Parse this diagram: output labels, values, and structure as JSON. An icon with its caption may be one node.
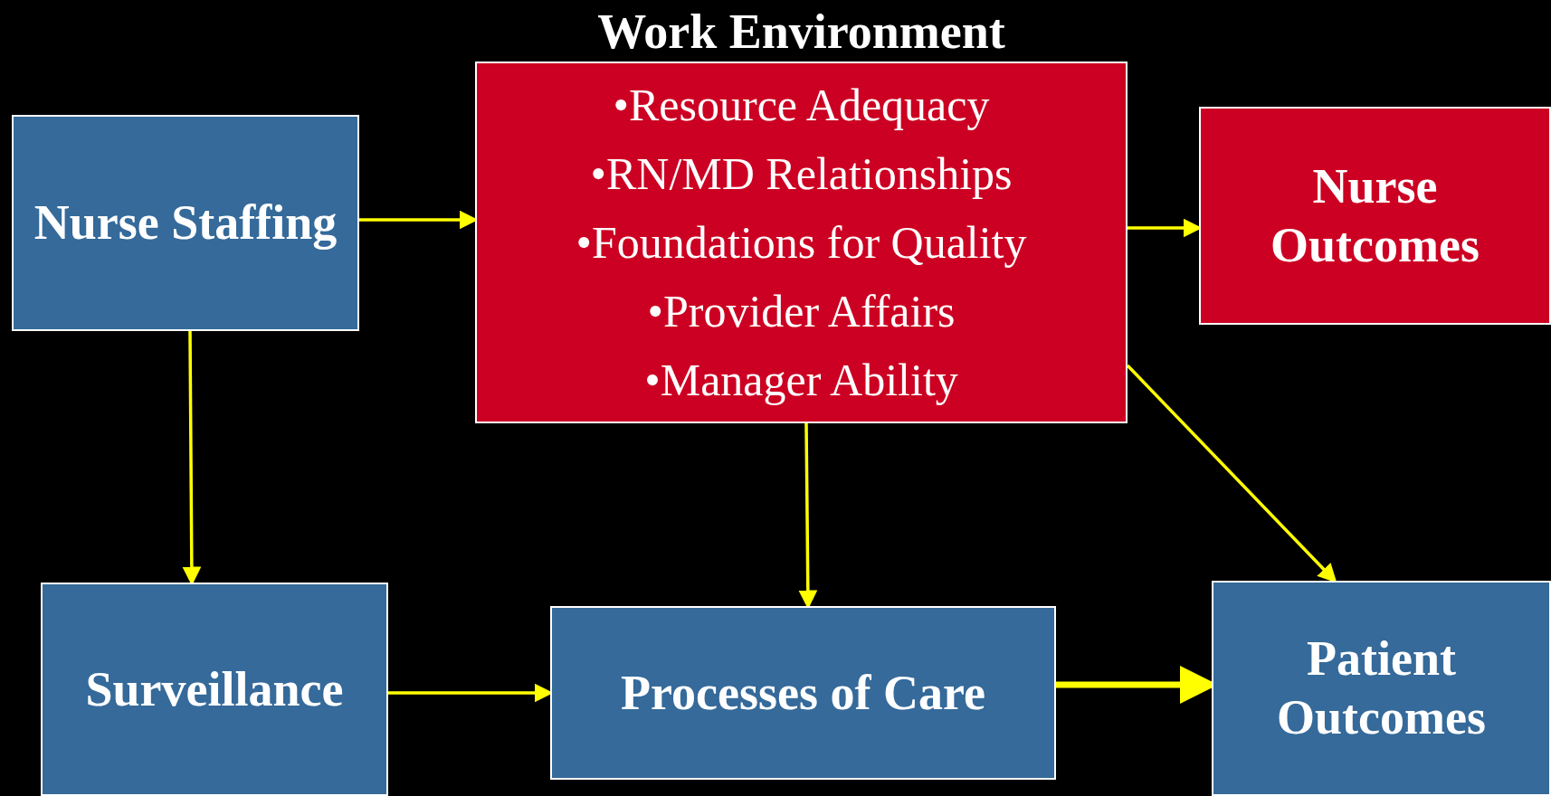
{
  "diagram": {
    "nodes": [
      {
        "text": [
          "Nurse Staffing"
        ]
      },
      {
        "text": [
          "Work Environment",
          "•Resource Adequacy",
          "•RN/MD Relationships",
          "•Foundations for Quality",
          "•Provider Affairs",
          "•Manager Ability"
        ]
      },
      {
        "text": [
          "Nurse Outcomes"
        ]
      },
      {
        "text": [
          "Surveillance"
        ]
      },
      {
        "text": [
          "Processes of Care"
        ]
      },
      {
        "text": [
          "Patient Outcomes"
        ]
      }
    ],
    "edges": [
      {
        "from": 0,
        "to": 1,
        "arrow": "to"
      },
      {
        "from": 0,
        "to": 3,
        "arrow": "to"
      },
      {
        "from": 1,
        "to": 2,
        "arrow": "to"
      },
      {
        "from": 1,
        "to": 4,
        "arrow": "to"
      },
      {
        "from": 1,
        "to": 5,
        "arrow": "to"
      },
      {
        "from": 3,
        "to": 4,
        "arrow": "to"
      },
      {
        "from": 4,
        "to": 5,
        "arrow": "to",
        "style": "thick"
      }
    ]
  }
}
